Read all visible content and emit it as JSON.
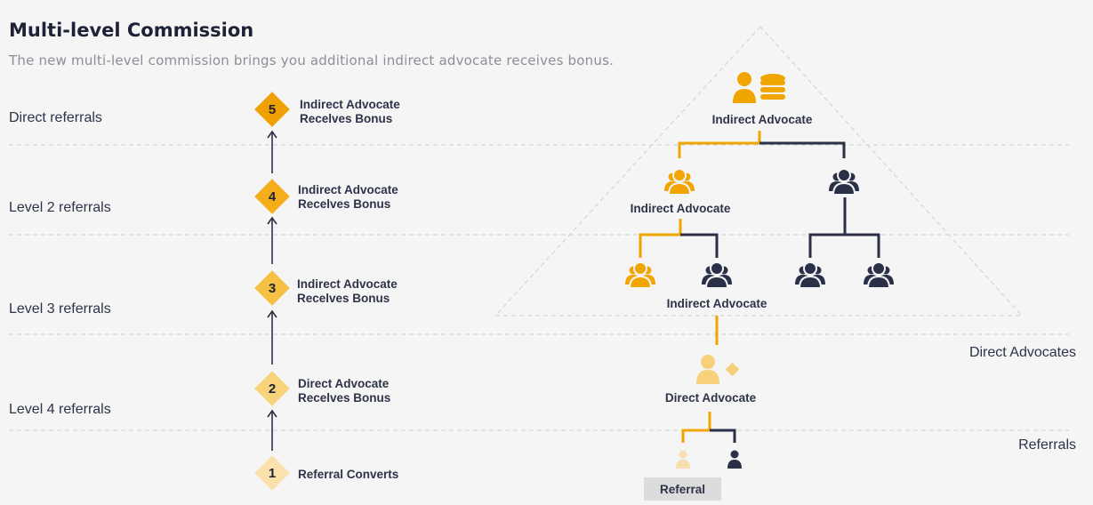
{
  "header": {
    "title": "Multi-level Commission",
    "subtitle": "The new multi-level commission brings you additional indirect advocate receives bonus."
  },
  "levels": [
    {
      "label": "Direct referrals"
    },
    {
      "label": "Level 2 referrals"
    },
    {
      "label": "Level 3 referrals"
    },
    {
      "label": "Level 4 referrals"
    }
  ],
  "steps": [
    {
      "number": "5",
      "line1": "Indirect Advocate",
      "line2": "Recelves Bonus",
      "color": "#f0a000"
    },
    {
      "number": "4",
      "line1": "Indirect Advocate",
      "line2": "Recelves Bonus",
      "color": "#f4ae1c"
    },
    {
      "number": "3",
      "line1": "Indirect Advocate",
      "line2": "Recelves Bonus",
      "color": "#f6c042"
    },
    {
      "number": "2",
      "line1": "Direct Advocate",
      "line2": "Recelves Bonus",
      "color": "#f9d37c"
    },
    {
      "number": "1",
      "line1": "Referral Converts",
      "line2": "",
      "color": "#fbe2ad"
    }
  ],
  "tree": {
    "top_node": "Indirect Advocate",
    "level2_node": "Indirect Advocate",
    "level3_node": "Indirect Advocate",
    "direct_node": "Direct Advocate",
    "referral_box": "Referral"
  },
  "side_labels": {
    "direct_advocates": "Direct  Advocates",
    "referrals": "Referrals"
  },
  "colors": {
    "accent": "#f0a500",
    "dark": "#2a3047",
    "light_accent": "#f7d07a"
  }
}
